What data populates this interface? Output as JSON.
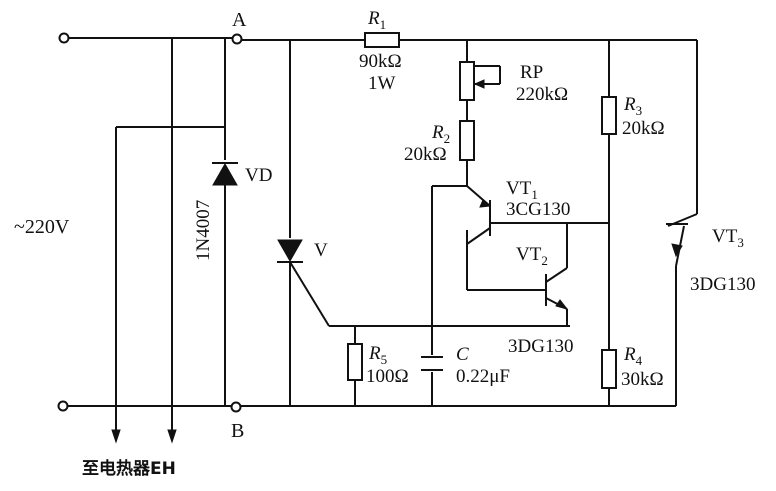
{
  "labels": {
    "node_a": "A",
    "node_b": "B",
    "supply": "~220V",
    "load": "至电热器EH"
  },
  "components": {
    "r1": {
      "name": "R",
      "sub": "1",
      "value": "90kΩ",
      "power": "1W"
    },
    "rp": {
      "name": "RP",
      "value": "220kΩ"
    },
    "r2": {
      "name": "R",
      "sub": "2",
      "value": "20kΩ"
    },
    "r3": {
      "name": "R",
      "sub": "3",
      "value": "20kΩ"
    },
    "r4": {
      "name": "R",
      "sub": "4",
      "value": "30kΩ"
    },
    "r5": {
      "name": "R",
      "sub": "5",
      "value": "100Ω"
    },
    "c": {
      "name": "C",
      "value": "0.22μF"
    },
    "vd": {
      "name": "VD",
      "part": "1N4007"
    },
    "v": {
      "name": "V"
    },
    "vt1": {
      "name": "VT",
      "sub": "1",
      "part": "3CG130"
    },
    "vt2": {
      "name": "VT",
      "sub": "2",
      "part": "3DG130"
    },
    "vt3": {
      "name": "VT",
      "sub": "3",
      "part": "3DG130"
    }
  }
}
